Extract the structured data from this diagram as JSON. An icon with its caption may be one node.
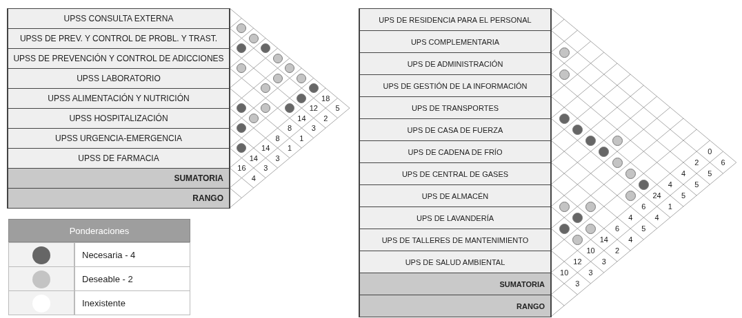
{
  "diagram": {
    "labels": [
      "UPSS CONSULTA EXTERNA",
      "UPSS DE PREV. Y CONTROL DE PROBL. Y TRAST.",
      "UPSS DE PREVENCIÓN Y CONTROL DE ADICCIONES",
      "UPSS LABORATORIO",
      "UPSS ALIMENTACIÓN Y NUTRICIÓN",
      "UPSS HOSPITALIZACIÓN",
      "UPSS URGENCIA-EMERGENCIA",
      "UPSS DE FARMACIA",
      "SUMATORIA",
      "RANGO",
      "18",
      "5",
      "12",
      "2",
      "14",
      "3",
      "8",
      "1",
      "8",
      "1",
      "14",
      "3",
      "14",
      "3",
      "16",
      "4",
      "Ponderaciones",
      "UPS DE RESIDENCIA PARA EL PERSONAL",
      "UPS COMPLEMENTARIA",
      "UPS DE ADMINISTRACIÓN",
      "UPS DE GESTIÓN DE LA INFORMACIÓN",
      "UPS DE TRANSPORTES",
      "UPS DE CASA DE FUERZA",
      "UPS DE CADENA DE FRÍO",
      "UPS DE CENTRAL DE GASES",
      "UPS DE ALMACÉN",
      "UPS DE LAVANDERÍA",
      "UPS DE TALLERES DE MANTENIMIENTO",
      "UPS DE SALUD AMBIENTAL",
      "SUMATORIA",
      "RANGO",
      "0",
      "6",
      "2",
      "5",
      "4",
      "5",
      "4",
      "5",
      "24",
      "1",
      "6",
      "4",
      "4",
      "5",
      "6",
      "4",
      "14",
      "2",
      "10",
      "3",
      "12",
      "3",
      "10",
      "3"
    ],
    "legend": [
      {
        "text": "Necesaria - 4",
        "color": "#666666"
      },
      {
        "text": "Deseable - 2",
        "color": "#c4c4c4"
      },
      {
        "text": "Inexistente",
        "color": "#ffffff"
      }
    ]
  }
}
